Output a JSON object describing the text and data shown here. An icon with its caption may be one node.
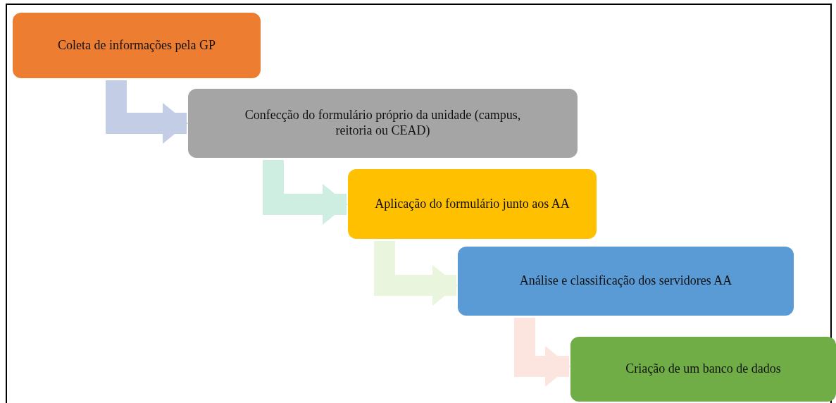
{
  "diagram": {
    "nodes": [
      {
        "text": [
          "Coleta de informações pela GP"
        ]
      },
      {
        "text": [
          "Confecção do formulário  próprio da unidade (campus, reitoria  ou CEAD)"
        ]
      },
      {
        "text": [
          "Aplicação do formulário  junto aos AA"
        ]
      },
      {
        "text": [
          "Análise  e classificação dos servidores AA"
        ]
      },
      {
        "text": [
          "Criação de um banco de dados"
        ]
      }
    ],
    "edges": [
      {
        "from": 0,
        "to": 1,
        "arrow": "to",
        "color": "#c3cde6"
      },
      {
        "from": 1,
        "to": 2,
        "arrow": "to",
        "color": "#cdeee0"
      },
      {
        "from": 2,
        "to": 3,
        "arrow": "to",
        "color": "#e9f5dc"
      },
      {
        "from": 3,
        "to": 4,
        "arrow": "to",
        "color": "#fbe5de"
      }
    ]
  }
}
